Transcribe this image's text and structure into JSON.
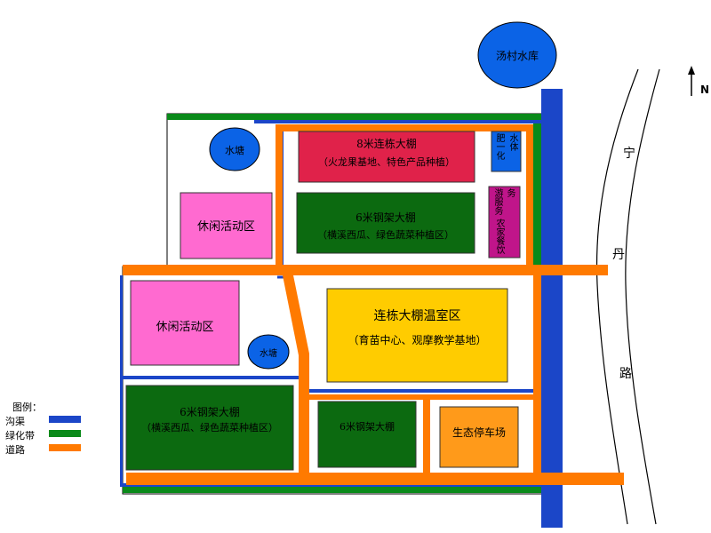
{
  "reservoir": {
    "label": "汤村水库",
    "color": "#0b63e6"
  },
  "north": {
    "label": "N",
    "icon": "north-arrow-icon"
  },
  "road_name": {
    "chars": [
      "宁",
      "丹",
      "路"
    ]
  },
  "colors": {
    "canal": "#1b46c8",
    "green_belt": "#0a8a1a",
    "road": "#ff7a00",
    "greenhouse_red": "#e0224a",
    "greenhouse_green": "#0c6a10",
    "leisure_pink": "#ff6ad0",
    "greenhouse_yellow": "#ffcc00",
    "parking_orange": "#ff9a1a",
    "purple_service": "#c0158a",
    "pond_blue": "#0b63e6"
  },
  "zones": {
    "greenhouse_8m": {
      "title": "8米连栋大棚",
      "subtitle": "（火龙果基地、特色产品种植）"
    },
    "steel_greenhouse_north": {
      "title": "6米钢架大棚",
      "subtitle": "（横溪西瓜、绿色蔬菜种植区）"
    },
    "fertilizer": {
      "left": "肥一化",
      "right": "水体"
    },
    "service": {
      "col1": "游服务",
      "col2": "务",
      "col3": "农家餐饮"
    },
    "leisure_north": {
      "label": "休闲活动区"
    },
    "pond_north": {
      "label": "水塘"
    },
    "leisure_south": {
      "label": "休闲活动区"
    },
    "pond_south": {
      "label": "水塘"
    },
    "greenhouse_center": {
      "title": "连栋大棚温室区",
      "subtitle": "（育苗中心、观摩教学基地）"
    },
    "steel_greenhouse_southwest": {
      "title": "6米钢架大棚",
      "subtitle": "（横溪西瓜、绿色蔬菜种植区）"
    },
    "steel_greenhouse_south": {
      "label": "6米钢架大棚"
    },
    "parking": {
      "label": "生态停车场"
    }
  },
  "legend": {
    "title": "图例：",
    "items": [
      {
        "label": "沟渠",
        "color": "#1b46c8"
      },
      {
        "label": "绿化带",
        "color": "#0a8a1a"
      },
      {
        "label": "道路",
        "color": "#ff7a00"
      }
    ]
  }
}
